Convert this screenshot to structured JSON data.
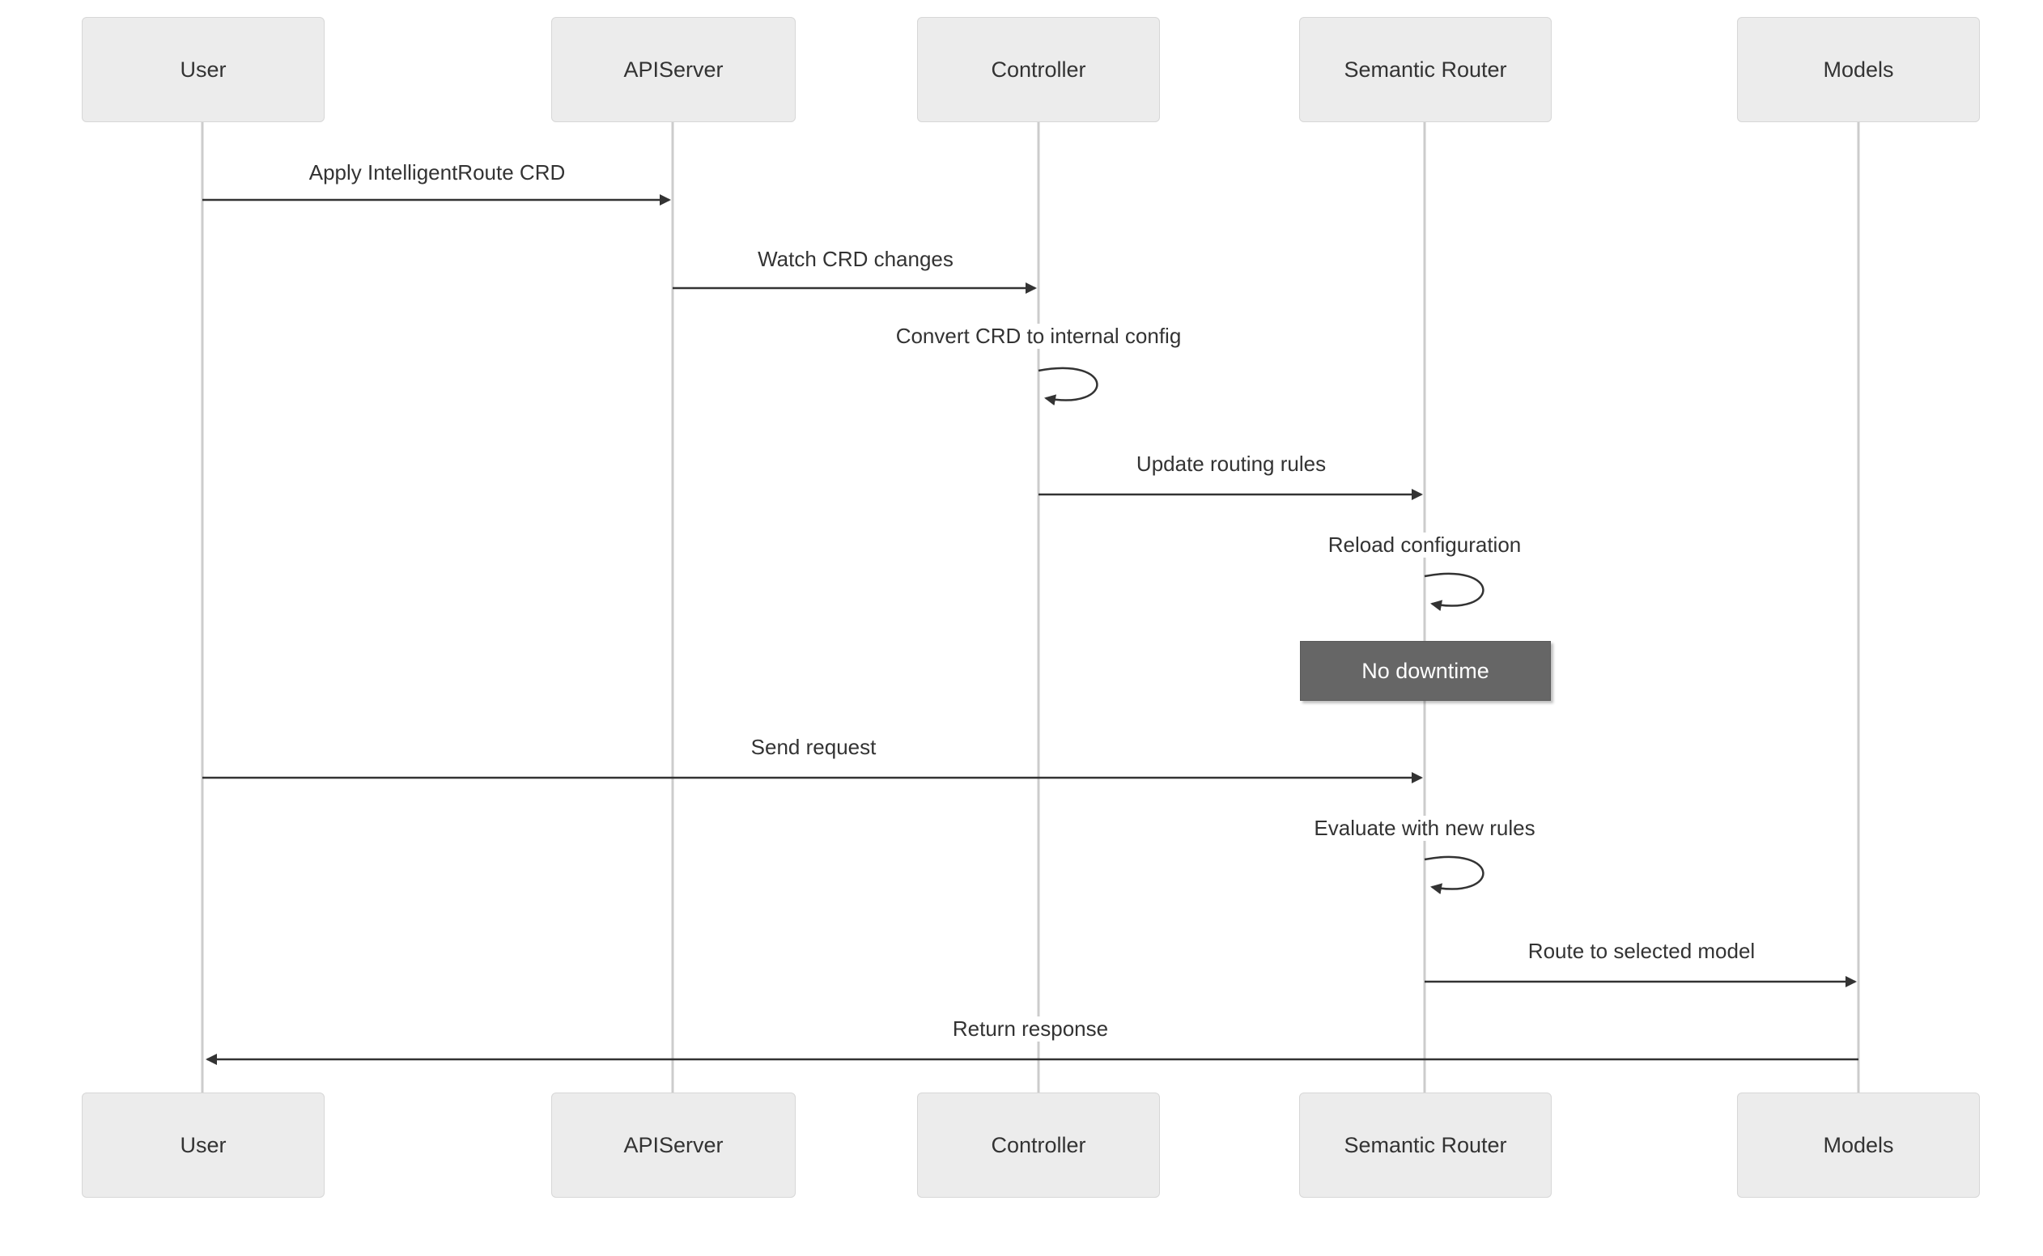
{
  "diagram": {
    "type": "sequence-diagram",
    "participants": [
      {
        "label": "User"
      },
      {
        "label": "APIServer"
      },
      {
        "label": "Controller"
      },
      {
        "label": "Semantic Router"
      },
      {
        "label": "Models"
      }
    ],
    "messages": [
      {
        "from": "User",
        "to": "APIServer",
        "label": "Apply IntelligentRoute CRD",
        "kind": "arrow"
      },
      {
        "from": "APIServer",
        "to": "Controller",
        "label": "Watch CRD changes",
        "kind": "arrow"
      },
      {
        "from": "Controller",
        "to": "Controller",
        "label": "Convert CRD to internal config",
        "kind": "self-loop"
      },
      {
        "from": "Controller",
        "to": "Semantic Router",
        "label": "Update routing rules",
        "kind": "arrow"
      },
      {
        "from": "Semantic Router",
        "to": "Semantic Router",
        "label": "Reload configuration",
        "kind": "self-loop"
      },
      {
        "from": "User",
        "to": "Semantic Router",
        "label": "Send request",
        "kind": "arrow"
      },
      {
        "from": "Semantic Router",
        "to": "Semantic Router",
        "label": "Evaluate with new rules",
        "kind": "self-loop"
      },
      {
        "from": "Semantic Router",
        "to": "Models",
        "label": "Route to selected model",
        "kind": "arrow"
      },
      {
        "from": "Models",
        "to": "User",
        "label": "Return response",
        "kind": "arrow"
      }
    ],
    "note": {
      "over": "Semantic Router",
      "label": "No downtime"
    },
    "colors": {
      "actor_fill": "#ececec",
      "actor_border": "#d7d7d7",
      "lifeline": "#cccccc",
      "arrow": "#333333",
      "text": "#333333",
      "note_fill": "#666666",
      "note_text": "#ffffff",
      "background": "#ffffff"
    }
  }
}
